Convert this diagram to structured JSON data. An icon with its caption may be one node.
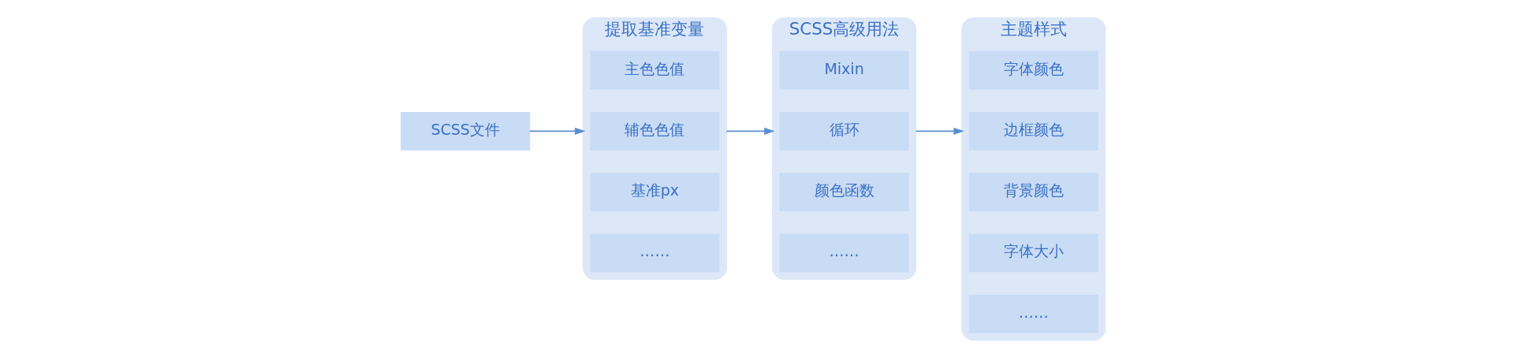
{
  "diagram": {
    "nodes": [
      {
        "text": [
          "SCSS文件"
        ]
      },
      {
        "text": [
          "提取基准变量"
        ]
      },
      {
        "text": [
          "主色色值"
        ],
        "in": 1
      },
      {
        "text": [
          "辅色色值"
        ],
        "in": 1
      },
      {
        "text": [
          "基准px"
        ],
        "in": 1
      },
      {
        "text": [
          "……"
        ],
        "in": 1
      },
      {
        "text": [
          "SCSS高级用法"
        ]
      },
      {
        "text": [
          "Mixin"
        ],
        "in": 6
      },
      {
        "text": [
          "循环"
        ],
        "in": 6
      },
      {
        "text": [
          "颜色函数"
        ],
        "in": 6
      },
      {
        "text": [
          "……"
        ],
        "in": 6
      },
      {
        "text": [
          "主题样式"
        ]
      },
      {
        "text": [
          "字体颜色"
        ],
        "in": 11
      },
      {
        "text": [
          "边框颜色"
        ],
        "in": 11
      },
      {
        "text": [
          "背景颜色"
        ],
        "in": 11
      },
      {
        "text": [
          "字体大小"
        ],
        "in": 11
      },
      {
        "text": [
          "……"
        ],
        "in": 11
      }
    ],
    "edges": [
      {
        "from": 0,
        "to": 1,
        "arrow": "to"
      },
      {
        "from": 1,
        "to": 6,
        "arrow": "to"
      },
      {
        "from": 6,
        "to": 11,
        "arrow": "to"
      }
    ]
  }
}
